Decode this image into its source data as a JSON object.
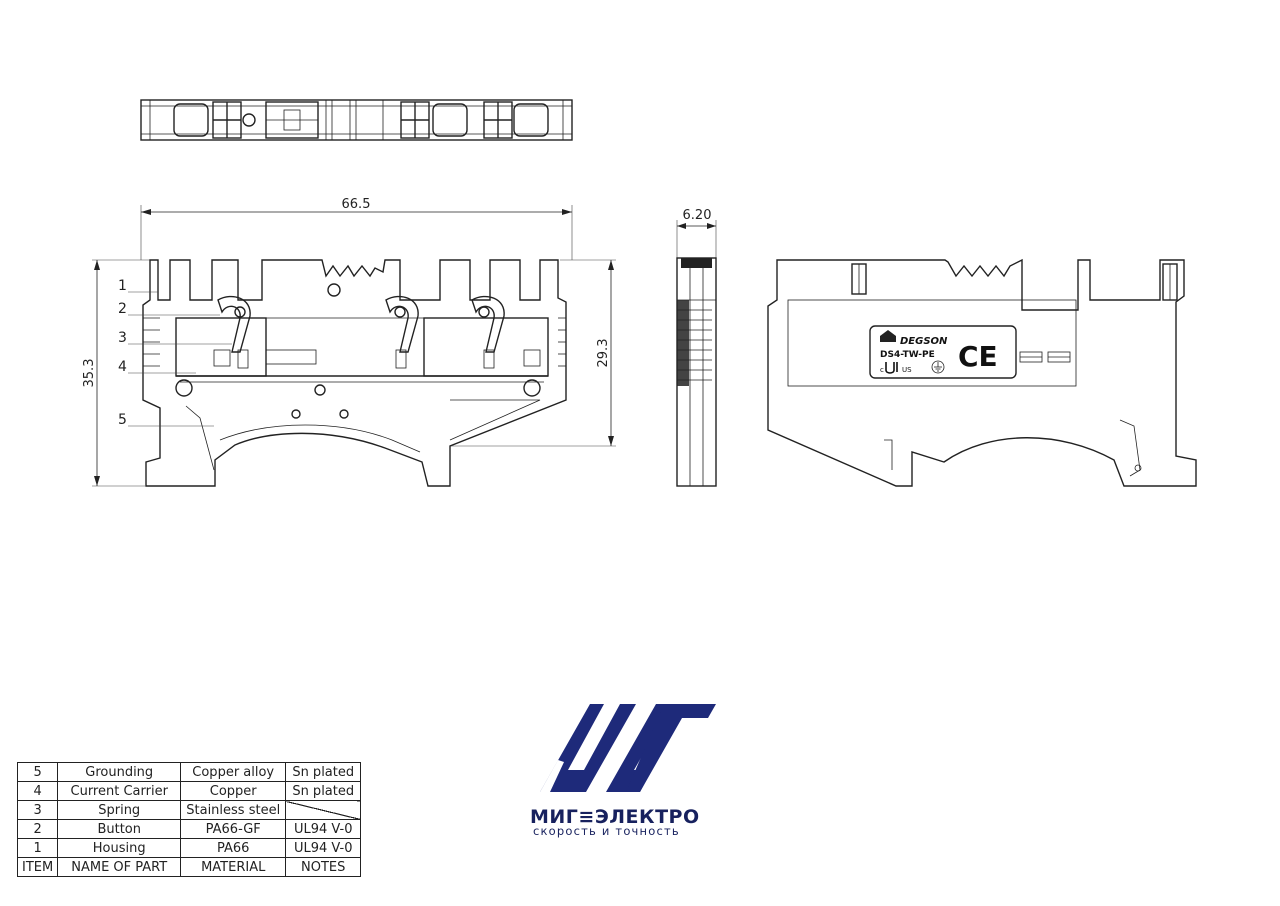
{
  "dimensions": {
    "width": "66.5",
    "thickness": "6.20",
    "total_height": "35.3",
    "inner_height": "29.3"
  },
  "callouts": [
    "1",
    "2",
    "3",
    "4",
    "5"
  ],
  "label_plate": {
    "brand": "DEGSON",
    "model": "DS4-TW-PE",
    "ce_mark": "CE",
    "ul_mark": "c",
    "ul_us": "US"
  },
  "parts_table": {
    "rows": [
      {
        "item": "5",
        "name": "Grounding",
        "material": "Copper alloy",
        "notes": "Sn plated"
      },
      {
        "item": "4",
        "name": "Current Carrier",
        "material": "Copper",
        "notes": "Sn plated"
      },
      {
        "item": "3",
        "name": "Spring",
        "material": "Stainless steel",
        "notes": ""
      },
      {
        "item": "2",
        "name": "Button",
        "material": "PA66-GF",
        "notes": "UL94 V-0"
      },
      {
        "item": "1",
        "name": "Housing",
        "material": "PA66",
        "notes": "UL94 V-0"
      }
    ],
    "header": {
      "item": "ITEM",
      "name": "NAME OF PART",
      "material": "MATERIAL",
      "notes": "NOTES"
    }
  },
  "logo": {
    "name": "МИГ≡ЭЛЕКТРО",
    "tagline": "скорость и точность",
    "color": "#1e2a7a"
  }
}
